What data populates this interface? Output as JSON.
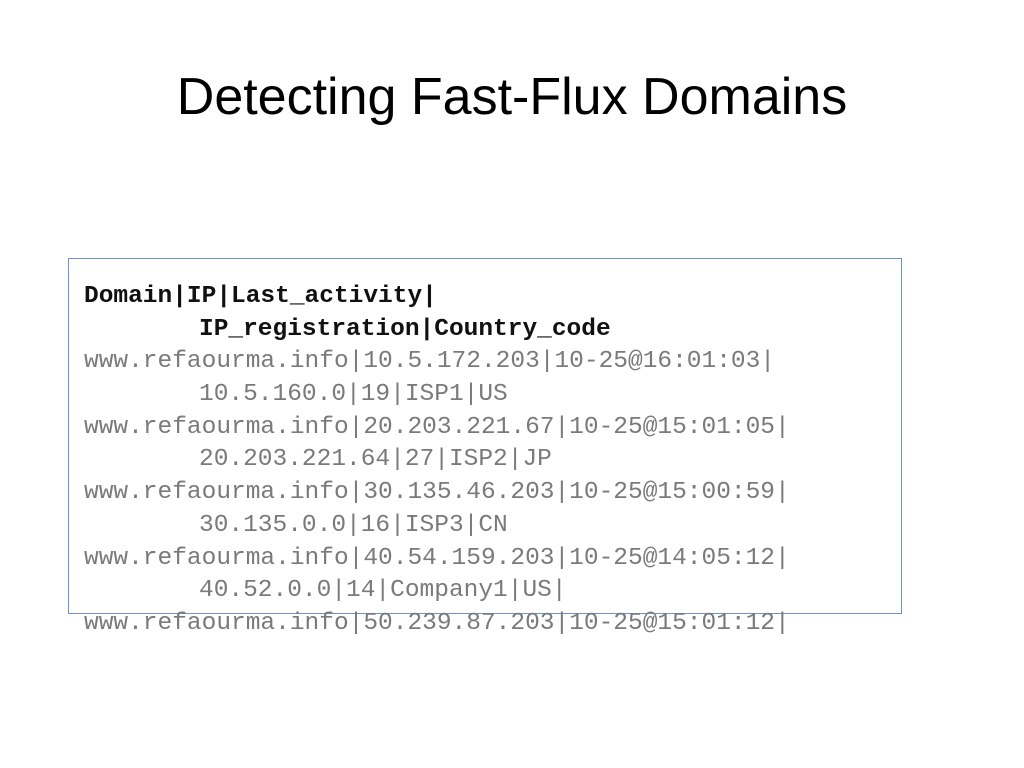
{
  "slide": {
    "title": "Detecting Fast-Flux Domains"
  },
  "code_block": {
    "lines": [
      {
        "text": "Domain|IP|Last_activity|",
        "kind": "header",
        "indent": false
      },
      {
        "text": "IP_registration|Country_code",
        "kind": "header",
        "indent": true
      },
      {
        "text": "www.refaourma.info|10.5.172.203|10-25@16:01:03|",
        "kind": "row",
        "indent": false
      },
      {
        "text": "10.5.160.0|19|ISP1|US",
        "kind": "row",
        "indent": true
      },
      {
        "text": "www.refaourma.info|20.203.221.67|10-25@15:01:05|",
        "kind": "row",
        "indent": false
      },
      {
        "text": "20.203.221.64|27|ISP2|JP",
        "kind": "row",
        "indent": true
      },
      {
        "text": "www.refaourma.info|30.135.46.203|10-25@15:00:59|",
        "kind": "row",
        "indent": false
      },
      {
        "text": "30.135.0.0|16|ISP3|CN",
        "kind": "row",
        "indent": true
      },
      {
        "text": "www.refaourma.info|40.54.159.203|10-25@14:05:12|",
        "kind": "row",
        "indent": false
      },
      {
        "text": "40.52.0.0|14|Company1|US|",
        "kind": "row",
        "indent": true
      },
      {
        "text": "www.refaourma.info|50.239.87.203|10-25@15:01:12|",
        "kind": "row",
        "indent": false
      }
    ]
  }
}
